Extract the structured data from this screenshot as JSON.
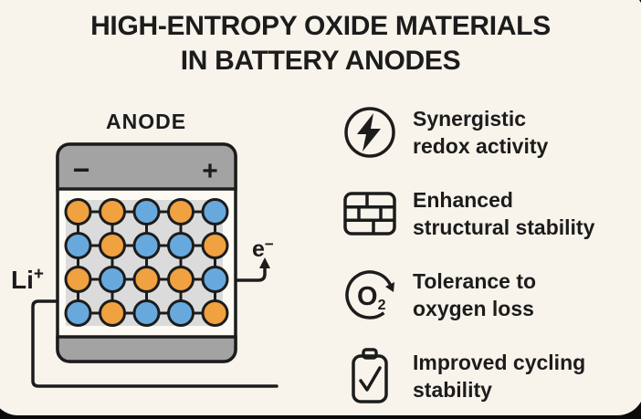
{
  "colors": {
    "background": "#f8f4ec",
    "outer": "#0b0b0b",
    "ink": "#1c1c1c",
    "terminal-gray": "#a3a3a3",
    "lattice-bg": "#dbdbdb",
    "battery-inner": "#fdfaf4",
    "orange": "#f0a140",
    "blue": "#68a9dd"
  },
  "title": {
    "line1": "HIGH-ENTROPY OXIDE MATERIALS",
    "line2": "IN BATTERY ANODES"
  },
  "anode": {
    "label": "ANODE",
    "minus": "−",
    "plus": "+",
    "li": {
      "base": "Li",
      "sup": "+"
    },
    "electron": {
      "base": "e",
      "sup": "−"
    }
  },
  "lattice": {
    "rows": [
      [
        "orange",
        "orange",
        "blue",
        "orange",
        "blue"
      ],
      [
        "blue",
        "orange",
        "blue",
        "blue",
        "orange"
      ],
      [
        "orange",
        "blue",
        "orange",
        "orange",
        "blue"
      ],
      [
        "blue",
        "orange",
        "blue",
        "blue",
        "orange"
      ]
    ]
  },
  "features": [
    {
      "icon": "lightning-icon",
      "line1": "Synergistic",
      "line2": "redox activity"
    },
    {
      "icon": "brick-wall-icon",
      "line1": "Enhanced",
      "line2": "structural stability"
    },
    {
      "icon": "oxygen-cycle-icon",
      "line1": "Tolerance to",
      "line2": "oxygen loss",
      "icon_text": {
        "base": "O",
        "sub": "2"
      }
    },
    {
      "icon": "battery-check-icon",
      "line1": "Improved cycling",
      "line2": "stability"
    }
  ]
}
